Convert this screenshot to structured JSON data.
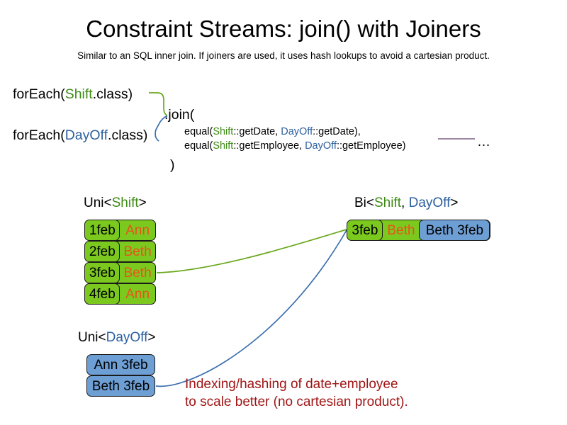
{
  "slide": {
    "title": "Constraint Streams: join() with Joiners",
    "subtitle": "Similar to an SQL inner join. If joiners are used, it uses hash lookups to avoid a cartesian product."
  },
  "code": {
    "foreach_shift": {
      "prefix": "forEach(",
      "type": "Shift",
      "suffix": ".class)"
    },
    "foreach_dayoff": {
      "prefix": "forEach(",
      "type": "DayOff",
      "suffix": ".class)"
    },
    "join_call": ".join(",
    "close_paren": ")",
    "joiners": [
      {
        "fn_open": "equal(",
        "left_type": "Shift",
        "left_ref": "::getDate, ",
        "right_type": "DayOff",
        "right_ref": "::getDate),"
      },
      {
        "fn_open": "equal(",
        "left_type": "Shift",
        "left_ref": "::getEmployee, ",
        "right_type": "DayOff",
        "right_ref": "::getEmployee)"
      }
    ],
    "continuation": "…"
  },
  "streams": {
    "uni_shift": {
      "label_prefix": "Uni<",
      "label_type": "Shift",
      "label_suffix": ">",
      "rows": [
        {
          "date": "1feb",
          "employee": "Ann"
        },
        {
          "date": "2feb",
          "employee": "Beth"
        },
        {
          "date": "3feb",
          "employee": "Beth"
        },
        {
          "date": "4feb",
          "employee": "Ann"
        }
      ]
    },
    "uni_dayoff": {
      "label_prefix": "Uni<",
      "label_type": "DayOff",
      "label_suffix": ">",
      "rows": [
        {
          "text": "Ann 3feb"
        },
        {
          "text": "Beth 3feb"
        }
      ]
    },
    "bi": {
      "label_prefix": "Bi<",
      "label_type_a": "Shift",
      "label_separator": ", ",
      "label_type_b": "DayOff",
      "label_suffix": ">",
      "row": {
        "shift_date": "3feb",
        "shift_employee": "Beth",
        "dayoff": "Beth 3feb"
      }
    }
  },
  "caption": {
    "line1": "Indexing/hashing of date+employee",
    "line2": "to scale better (no cartesian product)."
  },
  "colors": {
    "shift_green": "#3d8b14",
    "dayoff_blue": "#2c5f9e",
    "fact_green_fill": "#7bc91f",
    "fact_blue_fill": "#6d9ed4",
    "employee_orange": "#e8531a",
    "caption_red": "#a01515",
    "connector_green": "#6aa81c",
    "connector_blue": "#3a6fae",
    "continuation_line": "#7a5f86"
  }
}
